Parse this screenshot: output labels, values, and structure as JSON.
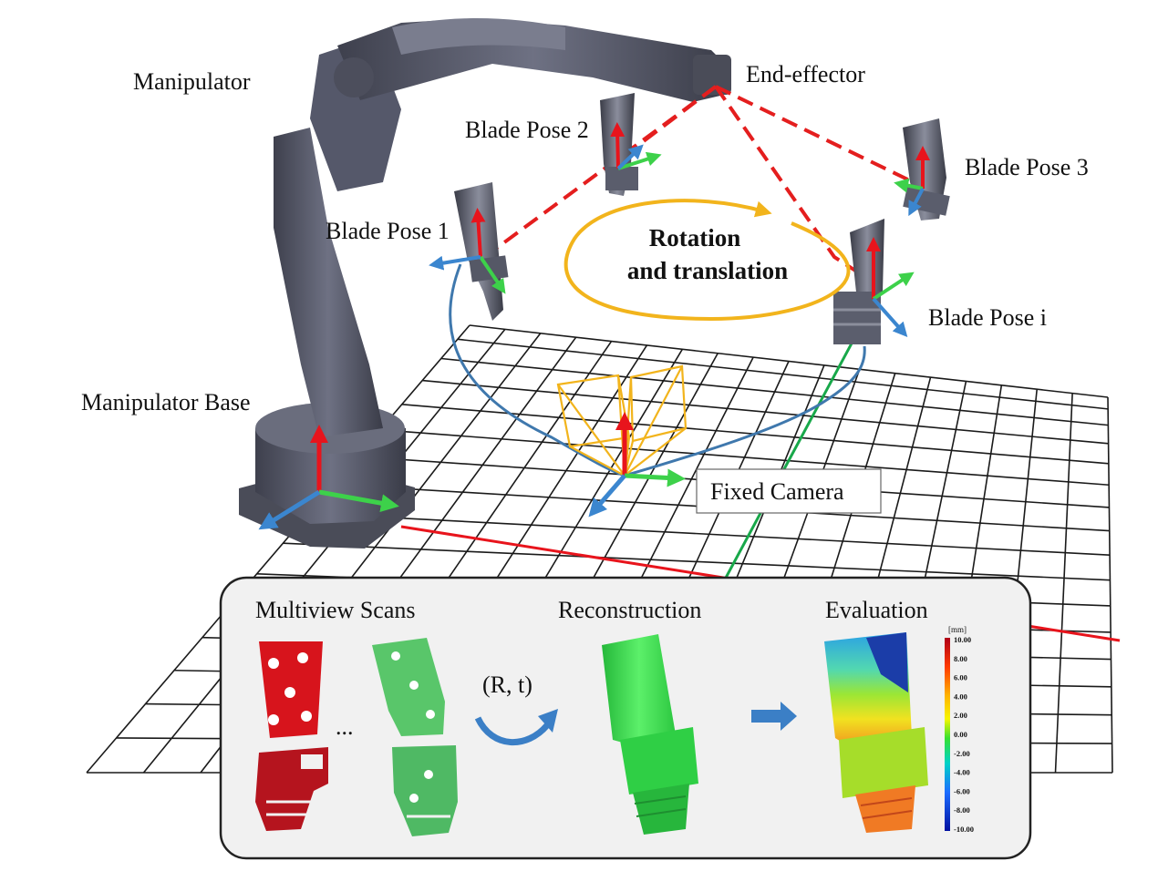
{
  "labels": {
    "manipulator": "Manipulator",
    "end_effector": "End-effector",
    "blade_pose_1": "Blade Pose 1",
    "blade_pose_2": "Blade Pose 2",
    "blade_pose_3": "Blade Pose 3",
    "blade_pose_i": "Blade Pose i",
    "rotation_line1": "Rotation",
    "rotation_line2": "and translation",
    "manipulator_base": "Manipulator Base",
    "fixed_camera": "Fixed Camera"
  },
  "inset": {
    "multiview_scans": "Multiview Scans",
    "ellipsis": "...",
    "rt_label": "(R, t)",
    "reconstruction": "Reconstruction",
    "evaluation": "Evaluation"
  },
  "colorbar": {
    "unit": "[mm]",
    "ticks": [
      "10.00",
      "8.00",
      "6.00",
      "4.00",
      "2.00",
      "0.00",
      "-2.00",
      "-4.00",
      "-6.00",
      "-8.00",
      "-10.00"
    ]
  },
  "colors": {
    "axis_x": "#e8141c",
    "axis_y": "#3dd14a",
    "axis_z": "#3b86cf",
    "dashed_link": "#e41e1e",
    "rotation_arrow": "#f2b41c",
    "camera_frustum": "#f2b41c",
    "trajectory": "#3f78ad",
    "robot": "#5c5f70"
  }
}
